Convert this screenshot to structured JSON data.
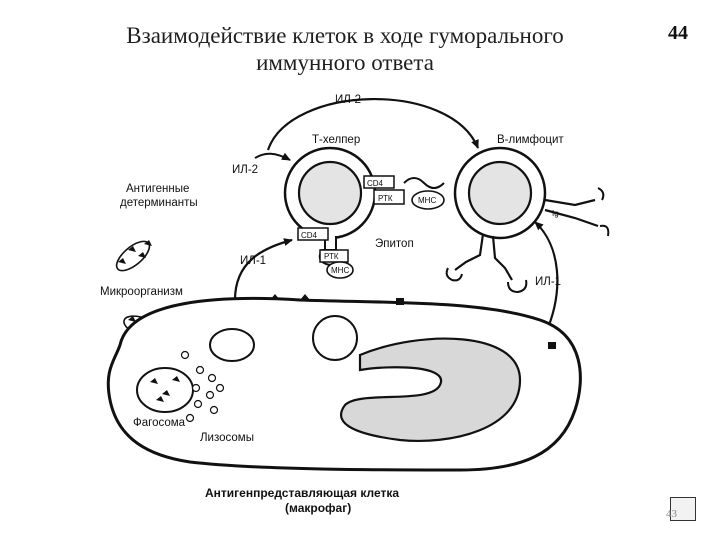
{
  "slide": {
    "title_line1": "Взаимодействие клеток в ходе гуморального",
    "title_line2": "иммунного ответа",
    "page_number": "44",
    "nav_number": "43"
  },
  "diagram": {
    "il2_top": "ИЛ-2",
    "il2_left": "ИЛ-2",
    "il1_left": "ИЛ-1",
    "il1_right": "ИЛ-1",
    "t_helper": "Т-хелпер",
    "b_lymphocyte": "В-лимфоцит",
    "antigen_determinants_line1": "Антигенные",
    "antigen_determinants_line2": "детерминанты",
    "microorganism": "Микроорганизм",
    "cd4_top": "CD4",
    "cd4_bottom": "CD4",
    "rtk_top": "РТК",
    "rtk_bottom": "РТК",
    "mhc_top": "МНС",
    "mhc_bottom": "МНС",
    "ig": "Ig",
    "epitope": "Эпитоп",
    "phagosome": "Фагосома",
    "lysosomes": "Лизосомы",
    "apc_line1": "Антигенпредставляющая клетка",
    "apc_line2": "(макрофаг)"
  }
}
